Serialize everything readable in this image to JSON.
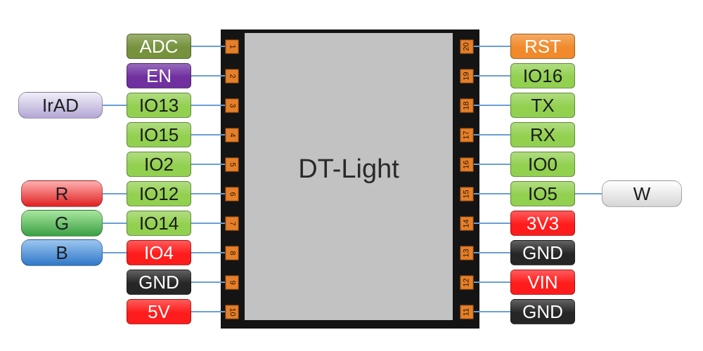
{
  "chip": {
    "name": "DT-Light"
  },
  "colors": {
    "green": "#92d050",
    "orange": "#f08a2a",
    "purple": "#7030a0",
    "olive": "#76923c",
    "red": "#ff1c1c",
    "black": "#262626",
    "pad": "#e57f2a",
    "wire": "#6b9fd4"
  },
  "left_pins": [
    {
      "pin": "1",
      "label": "ADC",
      "color": "olive"
    },
    {
      "pin": "2",
      "label": "EN",
      "color": "purple"
    },
    {
      "pin": "3",
      "label": "IO13",
      "color": "green"
    },
    {
      "pin": "4",
      "label": "IO15",
      "color": "green"
    },
    {
      "pin": "5",
      "label": "IO2",
      "color": "green"
    },
    {
      "pin": "6",
      "label": "IO12",
      "color": "green"
    },
    {
      "pin": "7",
      "label": "IO14",
      "color": "green"
    },
    {
      "pin": "8",
      "label": "IO4",
      "color": "red"
    },
    {
      "pin": "9",
      "label": "GND",
      "color": "black"
    },
    {
      "pin": "10",
      "label": "5V",
      "color": "red"
    }
  ],
  "right_pins": [
    {
      "pin": "20",
      "label": "RST",
      "color": "orange"
    },
    {
      "pin": "19",
      "label": "IO16",
      "color": "green"
    },
    {
      "pin": "18",
      "label": "TX",
      "color": "green"
    },
    {
      "pin": "17",
      "label": "RX",
      "color": "green"
    },
    {
      "pin": "16",
      "label": "IO0",
      "color": "green"
    },
    {
      "pin": "15",
      "label": "IO5",
      "color": "green"
    },
    {
      "pin": "14",
      "label": "3V3",
      "color": "red"
    },
    {
      "pin": "13",
      "label": "GND",
      "color": "black"
    },
    {
      "pin": "12",
      "label": "VIN",
      "color": "red"
    },
    {
      "pin": "11",
      "label": "GND",
      "color": "black"
    }
  ],
  "signals": [
    {
      "name": "IrAD",
      "connects_to": "IO13",
      "side": "left",
      "colors": [
        "#f1eef8",
        "#b3a6d4"
      ]
    },
    {
      "name": "R",
      "connects_to": "IO12",
      "side": "left",
      "colors": [
        "#ffb0b0",
        "#e02020"
      ]
    },
    {
      "name": "G",
      "connects_to": "IO14",
      "side": "left",
      "colors": [
        "#a8e6a0",
        "#3aa043"
      ]
    },
    {
      "name": "B",
      "connects_to": "IO4",
      "side": "left",
      "colors": [
        "#9cc6f0",
        "#2f78c8"
      ]
    },
    {
      "name": "W",
      "connects_to": "IO5",
      "side": "right",
      "colors": [
        "#ffffff",
        "#d6d6d6"
      ]
    }
  ]
}
